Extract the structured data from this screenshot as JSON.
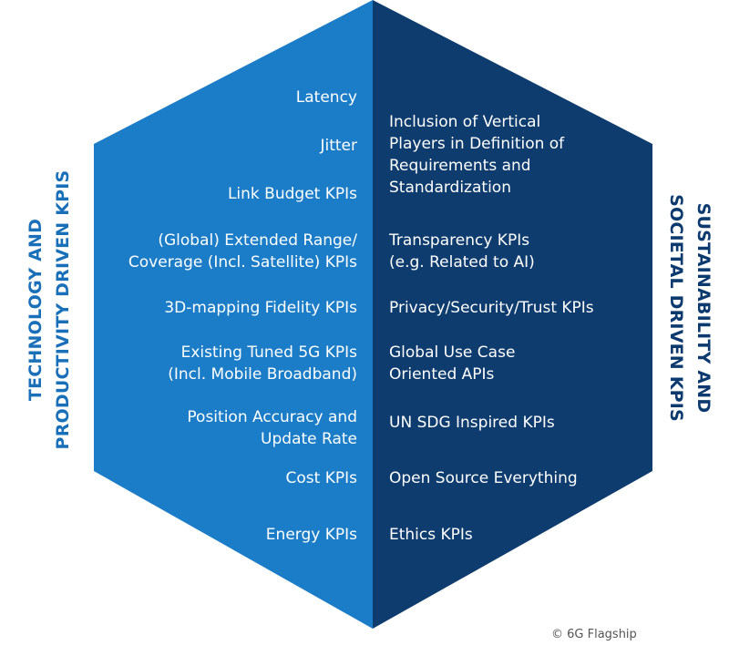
{
  "colors": {
    "left_panel": "#1b7cc8",
    "right_panel": "#0e3c6e",
    "left_label": "#1a70b8",
    "right_label": "#0d3a6e",
    "item_text": "#ffffff",
    "footer_text": "#555555"
  },
  "left_label": {
    "line1": "TECHNOLOGY AND",
    "line2": "PRODUCTIVITY DRIVEN KPIS"
  },
  "right_label": {
    "line1": "SUSTAINABILITY AND",
    "line2": "SOCIETAL DRIVEN KPIS"
  },
  "left_items": [
    [
      "Latency"
    ],
    [
      "Jitter"
    ],
    [
      "Link Budget KPIs"
    ],
    [
      "(Global) Extended Range/",
      "Coverage (Incl. Satellite) KPIs"
    ],
    [
      "3D-mapping Fidelity KPIs"
    ],
    [
      "Existing Tuned 5G KPIs",
      "(Incl. Mobile Broadband)"
    ],
    [
      "Position Accuracy and",
      "Update Rate"
    ],
    [
      "Cost KPIs"
    ],
    [
      "Energy KPIs"
    ]
  ],
  "right_items": [
    [
      "Inclusion of Vertical",
      "Players in Definition of",
      "Requirements and",
      "Standardization"
    ],
    [
      "Transparency KPIs",
      "(e.g. Related to AI)"
    ],
    [
      "Privacy/Security/Trust KPIs"
    ],
    [
      "Global Use Case",
      "Oriented APIs"
    ],
    [
      "UN SDG Inspired KPIs"
    ],
    [
      "Open Source Everything"
    ],
    [
      "Ethics KPIs"
    ]
  ],
  "footer": {
    "copyright": "© 6G Flagship"
  }
}
